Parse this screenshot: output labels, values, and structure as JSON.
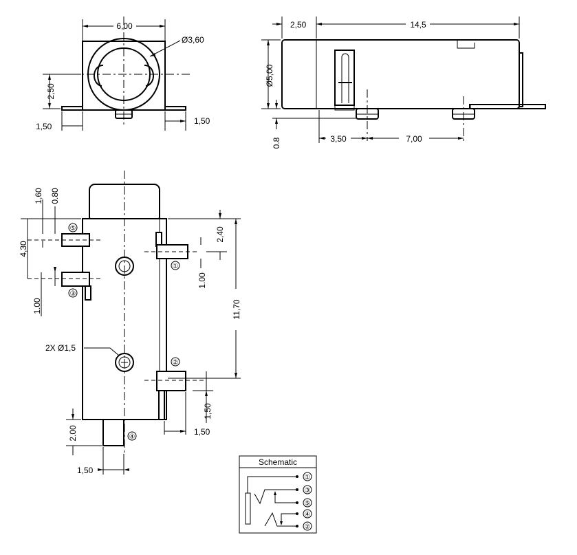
{
  "front_view": {
    "width": "6,00",
    "hole_dia": "Ø3,60",
    "height_offset": "2,50",
    "left_tab": "1,50",
    "right_tab": "1,50"
  },
  "side_view": {
    "nose_len": "2,50",
    "body_len": "14,5",
    "dia": "Ø5,00",
    "standoff": "0.8",
    "peg_offset": "3,50",
    "peg_pitch": "7,00"
  },
  "top_view": {
    "dim_1_60": "1,60",
    "dim_0_80": "0.80",
    "dim_4_30": "4,30",
    "dim_1_00_left": "1.00",
    "dim_2_40": "2,40",
    "dim_1_00_right": "1.00",
    "dim_11_70": "11,70",
    "holes_note": "2X Ø1,5",
    "dim_1_50_right": "1,50",
    "dim_1_50_tab": "1,50",
    "dim_2_00": "2.00",
    "dim_1_50_bottom": "1,50",
    "pins": [
      "⑤",
      "③",
      "①",
      "②",
      "④"
    ]
  },
  "schematic": {
    "title": "Schematic",
    "pins": [
      "①",
      "③",
      "⑤",
      "④",
      "②"
    ]
  }
}
